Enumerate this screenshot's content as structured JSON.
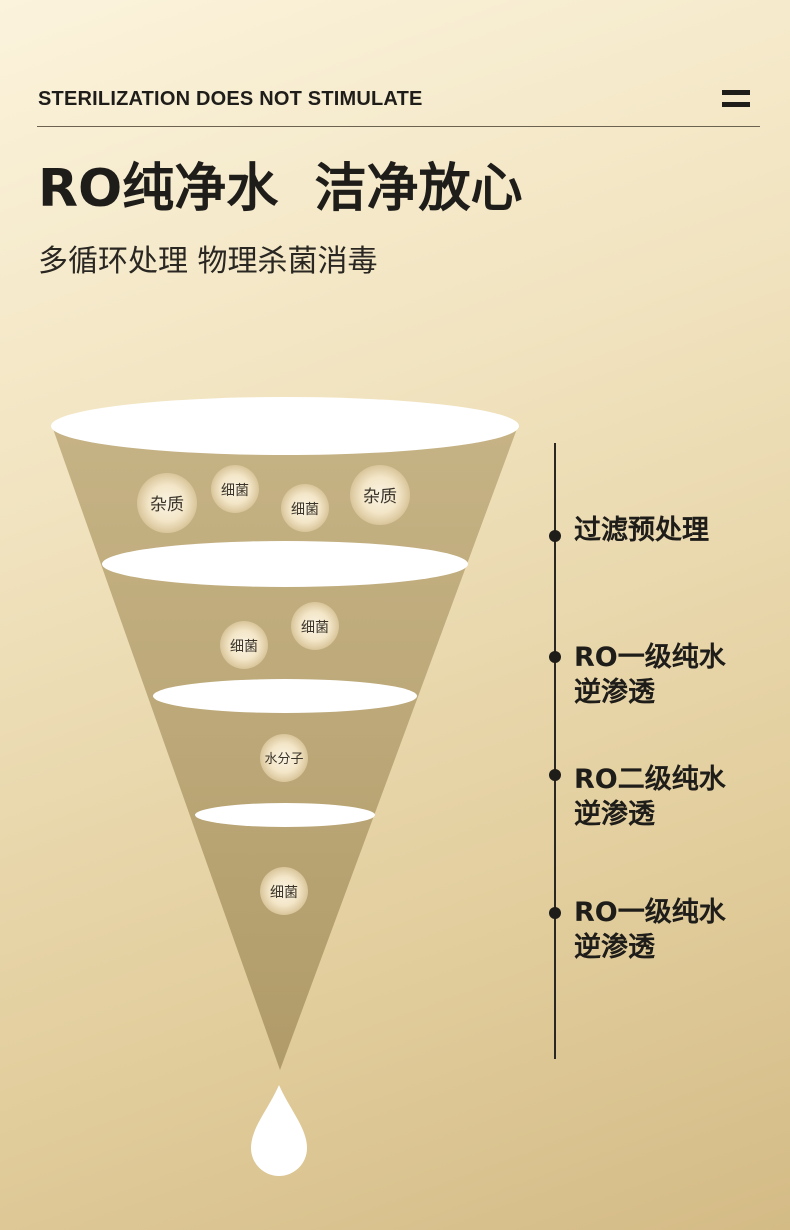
{
  "header": {
    "tagline": "STERILIZATION DOES NOT STIMULATE",
    "menu_icon": "hamburger-icon"
  },
  "headline": "RO纯净水  洁净放心",
  "subheadline": "多循环处理 物理杀菌消毒",
  "funnel": {
    "particles": [
      {
        "text": "杂质"
      },
      {
        "text": "细菌"
      },
      {
        "text": "细菌"
      },
      {
        "text": "杂质"
      },
      {
        "text": "细菌"
      },
      {
        "text": "细菌"
      },
      {
        "text": "水分子"
      },
      {
        "text": "细菌"
      }
    ],
    "drop_icon": "water-drop-icon"
  },
  "steps": [
    {
      "label": "过滤预处理"
    },
    {
      "label": "RO一级纯水\n逆渗透"
    },
    {
      "label": "RO二级纯水\n逆渗透"
    },
    {
      "label": "RO一级纯水\n逆渗透"
    }
  ],
  "colors": {
    "funnel": "#bca876",
    "ellipse": "#ffffff",
    "text": "#1f1d1a"
  }
}
